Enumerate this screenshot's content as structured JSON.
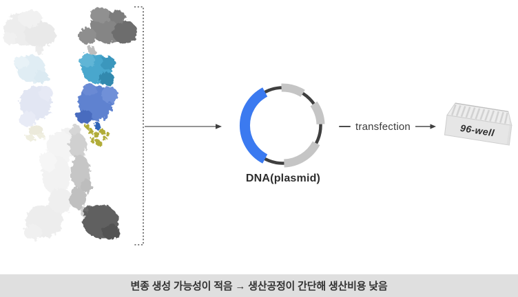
{
  "figure": {
    "plasmid_label": "DNA(plasmid)",
    "transfection_label": "transfection",
    "plate_label": "96-well"
  },
  "caption": "변종 생성 가능성이 적음 → 생산공정이 간단해 생산비용 낮음",
  "colors": {
    "plasmid_insert_blue": "#3b7af0",
    "plasmid_segment_gray": "#c5c5c5",
    "plasmid_backbone_dark": "#3f3f3f",
    "antibody_teal_domain": "#49a7cd",
    "antibody_blue_domain": "#5e82d0",
    "antibody_glycan_yellow": "#b1ac38",
    "antibody_dark_gray_domain": "#757575",
    "caption_bar_bg": "#dfdfdf",
    "caption_text": "#333333",
    "line_gray": "#4a4a4a"
  }
}
